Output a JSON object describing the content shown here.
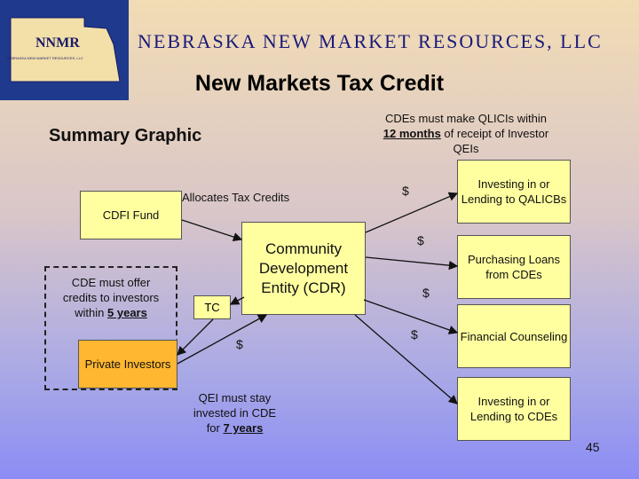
{
  "header": {
    "logo_text": "NNMR",
    "logo_subtext": "NEBRASKA NEW MARKET RESOURCES, LLC",
    "company_name": "NEBRASKA NEW MARKET RESOURCES, LLC",
    "slide_title": "New Markets Tax Credit",
    "subtitle": "Summary Graphic"
  },
  "notes": {
    "qlici_pre": "CDEs must make QLICIs within ",
    "qlici_emph": "12 months",
    "qlici_post": " of receipt of Investor QEIs",
    "allocates": "Allocates Tax Credits",
    "qei_pre": "QEI must stay invested in CDE for ",
    "qei_emph": "7 years"
  },
  "boxes": {
    "cdfi": "CDFI Fund",
    "cde_offer_pre": "CDE must offer credits to investors within ",
    "cde_offer_emph": "5 years",
    "private": "Private Investors",
    "center": "Community Development Entity (CDR)",
    "tc": "TC"
  },
  "right_boxes": [
    "Investing in or Lending to QALICBs",
    "Purchasing Loans from CDEs",
    "Financial Counseling",
    "Investing in or Lending to CDEs"
  ],
  "dollar_label": "$",
  "page_number": "45"
}
